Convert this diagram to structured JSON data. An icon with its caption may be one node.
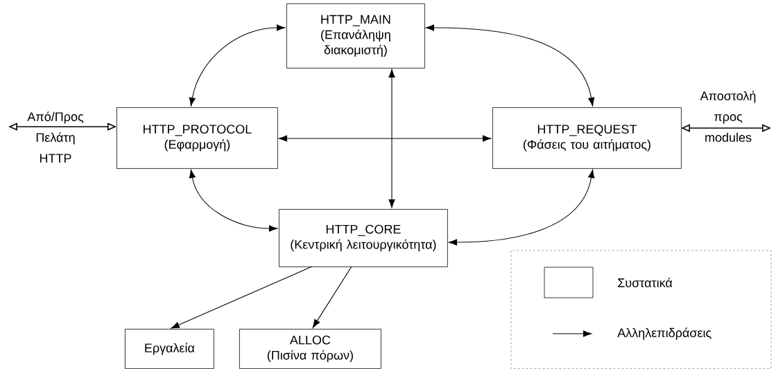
{
  "diagram": {
    "nodes": [
      {
        "text": [
          "HTTP_MAIN",
          "(Επανάληψη διακομιστή)"
        ]
      },
      {
        "text": [
          "HTTP_PROTOCOL",
          "(Εφαρμογή)"
        ]
      },
      {
        "text": [
          "HTTP_REQUEST",
          "(Φάσεις του αιτήματος)"
        ]
      },
      {
        "text": [
          "HTTP_CORE",
          "(Κεντρική λειτουργικότητα)"
        ]
      },
      {
        "text": [
          "Εργαλεία"
        ]
      },
      {
        "text": [
          "ALLOC",
          "(Πισίνα πόρων)"
        ]
      }
    ],
    "edges": [
      {
        "from": 0,
        "to": 1,
        "arrow": "both"
      },
      {
        "from": 0,
        "to": 2,
        "arrow": "both"
      },
      {
        "from": 0,
        "to": 3,
        "arrow": "both"
      },
      {
        "from": 1,
        "to": 2,
        "arrow": "both"
      },
      {
        "from": 1,
        "to": 3,
        "arrow": "both"
      },
      {
        "from": 2,
        "to": 3,
        "arrow": "both"
      },
      {
        "from": 3,
        "to": 4,
        "arrow": "to"
      },
      {
        "from": 3,
        "to": 5,
        "arrow": "to"
      },
      {
        "from": null,
        "to": 1,
        "arrow": "both",
        "label": "Από/Προς Πελάτη HTTP"
      },
      {
        "from": 2,
        "to": null,
        "arrow": "both",
        "label": "Αποστολή προς modules"
      }
    ],
    "legend": [
      {
        "text": "Συστατικά"
      },
      {
        "text": "Αλληλεπιδράσεις"
      }
    ]
  }
}
